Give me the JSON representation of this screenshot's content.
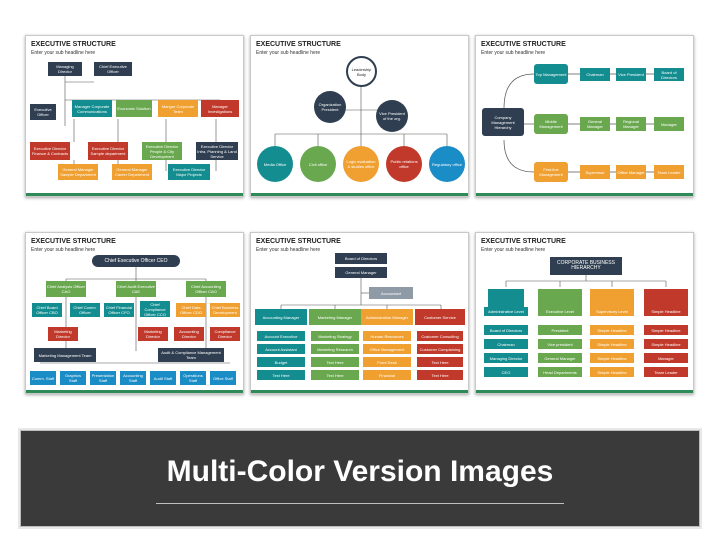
{
  "colors": {
    "navy": "#2f3e50",
    "teal": "#138d90",
    "green": "#6aa84f",
    "orange": "#f0a030",
    "red": "#c0392b",
    "blue": "#1a8cc6",
    "gray": "#8e9aa6",
    "footer": "#2e8b57"
  },
  "thumbs": [
    {
      "title": "EXECUTIVE STRUCTURE",
      "sub": "Enter your sub headline here",
      "boxes": [
        "Managing Director",
        "Chief Executive Officer",
        "Executive Officer",
        "Manager Corporate Communications",
        "Economic Solution",
        "Manger Corporate Team",
        "Manager Investigations",
        "Executive Director Finance & Contracts",
        "Executive Director Sample department",
        "Executive Director People & City Development",
        "Executive Director Infra, Planning & Land Service",
        "General Manager Sample Department",
        "General Manager Career Department",
        "Executive Director Major Projects"
      ]
    },
    {
      "title": "EXECUTIVE STRUCTURE",
      "sub": "Enter your sub headline here",
      "circles": [
        "Leadership Body",
        "Organization President",
        "Vice President of the org.",
        "Media Office",
        "Civil office",
        "Logic evaluation & studies office",
        "Public relations office",
        "Regulatory office"
      ]
    },
    {
      "title": "EXECUTIVE STRUCTURE",
      "sub": "Enter your sub headline here",
      "hub": "Company Management Hierarchy",
      "levels": [
        {
          "label": "Top Management",
          "items": [
            "Chairman",
            "Vice President",
            "Board of Directors"
          ]
        },
        {
          "label": "Middle Management",
          "items": [
            "General Manager",
            "Regional Manager",
            "Manager"
          ]
        },
        {
          "label": "First-line Management",
          "items": [
            "Supervisor",
            "Office Manager",
            "Team Leader"
          ]
        }
      ]
    },
    {
      "title": "EXECUTIVE STRUCTURE",
      "sub": "Enter your sub headline here",
      "top": "Chief Executive Officer CEO",
      "mid": [
        "Chief Analysis Officer CAO",
        "Chief Audit Executive CAE",
        "Chief Accounting Officer CAO"
      ],
      "row3": [
        "Chief Board Officer CBO",
        "Chief Comm. Officer",
        "Chief Financial Officer CFO",
        "Chief Compliance Officer CCO",
        "Chief Data Officer CDO",
        "Chief Business Development"
      ],
      "row4": [
        "Marketing Director",
        "Marketing Director",
        "Accounting Director",
        "Compliance Director"
      ],
      "teams": [
        "Marketing Management Team",
        "Audit & Compliance Management Team"
      ],
      "staff": [
        "Comm. Staff",
        "Graphics Staff",
        "Presentation Staff",
        "Accounting Staff",
        "Audit Staff",
        "Operations Staff",
        "Office Staff"
      ]
    },
    {
      "title": "EXECUTIVE STRUCTURE",
      "sub": "Enter your sub headline here",
      "board": "Board of Directors",
      "gm": "General Manager",
      "acct": "Accountant",
      "cols": [
        {
          "head": "Accounting Manager",
          "items": [
            "Account Executive",
            "Account Assistant",
            "Budget",
            "Text Here"
          ]
        },
        {
          "head": "Marketing Manager",
          "items": [
            "Marketing Strategy",
            "Marketing Research",
            "Text Here",
            "Text Here"
          ]
        },
        {
          "head": "Administration Manager",
          "items": [
            "Human Resources",
            "Office Management",
            "Front Desk",
            "Financial"
          ]
        },
        {
          "head": "Customer Service",
          "items": [
            "Customer Consulting",
            "Customer Complaining",
            "Text Here",
            "Text Here"
          ]
        }
      ]
    },
    {
      "title": "EXECUTIVE STRUCTURE",
      "sub": "Enter your sub headline here",
      "top": "CORPORATE BUSINESS HIERARCHY",
      "cols": [
        {
          "head": "Administrative Level",
          "items": [
            "Board of Directors",
            "Chairman",
            "Managing Director",
            "CEO"
          ]
        },
        {
          "head": "Executive Level",
          "items": [
            "President",
            "Vice president",
            "General Manager",
            "Head Departments"
          ]
        },
        {
          "head": "Supervisory Level",
          "items": [
            "Simple Headline",
            "Simple Headline",
            "Simple Headline",
            "Simple Headline"
          ]
        },
        {
          "head": "Simple Headline",
          "items": [
            "Simple Headline",
            "Simple Headline",
            "Manager",
            "Team Leader"
          ]
        }
      ]
    }
  ],
  "banner": {
    "title": "Multi-Color Version Images"
  }
}
